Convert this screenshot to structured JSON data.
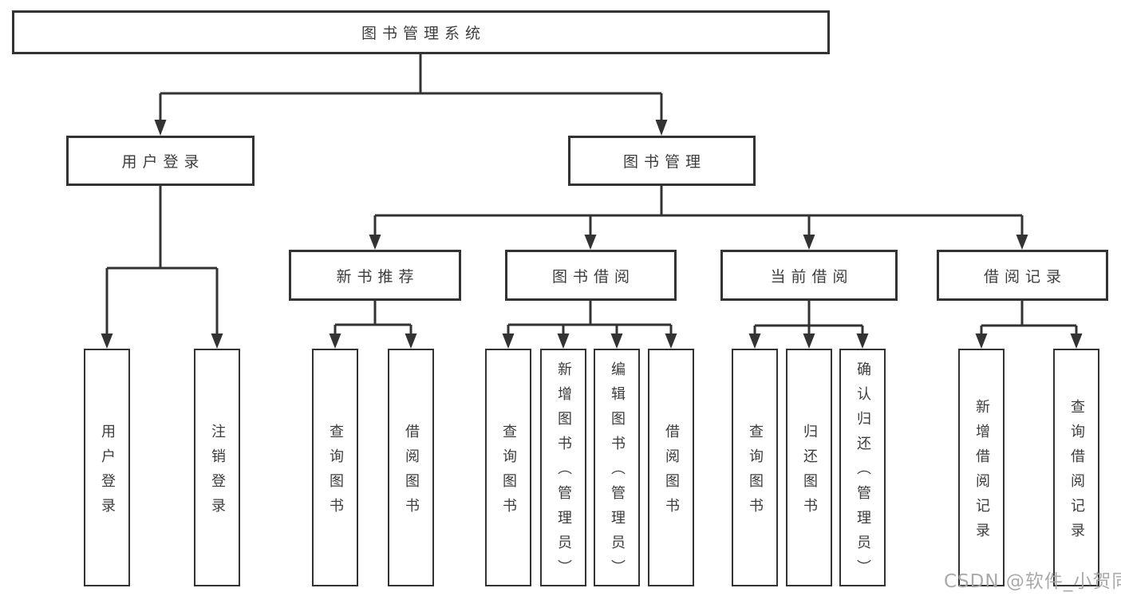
{
  "tree": {
    "label": "图书管理系统",
    "children": [
      {
        "label": "用户登录",
        "children": [
          {
            "label": "用户登录"
          },
          {
            "label": "注销登录"
          }
        ]
      },
      {
        "label": "图书管理",
        "children": [
          {
            "label": "新书推荐",
            "children": [
              {
                "label": "查询图书"
              },
              {
                "label": "借阅图书"
              }
            ]
          },
          {
            "label": "图书借阅",
            "children": [
              {
                "label": "查询图书"
              },
              {
                "label": "新增图书（管理员）"
              },
              {
                "label": "编辑图书（管理员）"
              },
              {
                "label": "借阅图书"
              }
            ]
          },
          {
            "label": "当前借阅",
            "children": [
              {
                "label": "查询图书"
              },
              {
                "label": "归还图书"
              },
              {
                "label": "确认归还（管理员）"
              }
            ]
          },
          {
            "label": "借阅记录",
            "children": [
              {
                "label": "新增借阅记录"
              },
              {
                "label": "查询借阅记录"
              }
            ]
          }
        ]
      }
    ]
  },
  "watermark": {
    "text": "CSDN @软件_小贺同学"
  },
  "colors": {
    "line": "#333333",
    "text": "#3d3d3d",
    "watermark": "#a5a5a5",
    "background": "#ffffff"
  }
}
